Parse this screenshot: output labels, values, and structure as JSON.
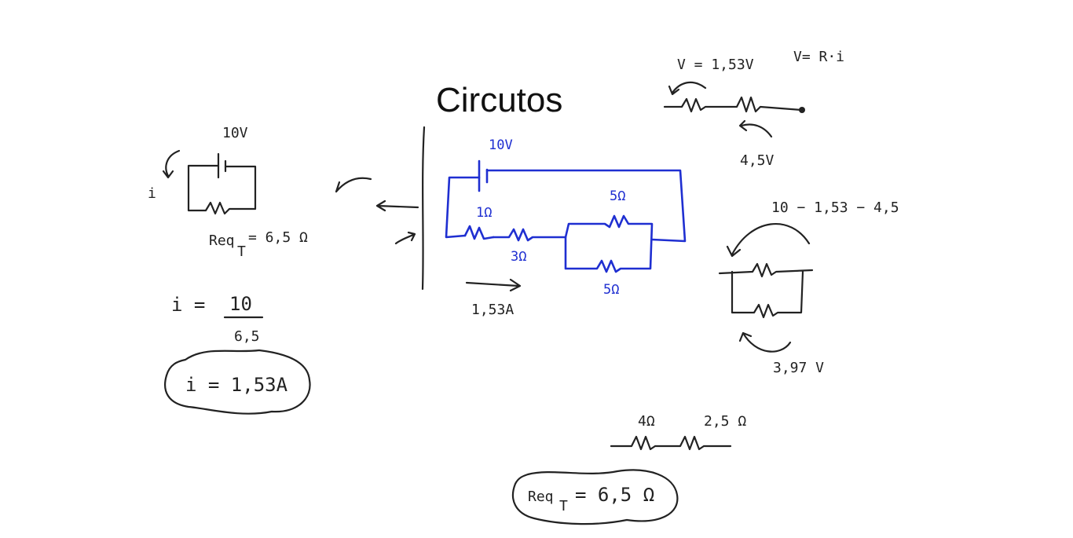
{
  "title": "Circutos",
  "main_circuit": {
    "battery_label": "10V",
    "resistor_series_1": "1Ω",
    "resistor_series_2": "3Ω",
    "resistor_parallel_top": "5Ω",
    "resistor_parallel_bottom": "5Ω",
    "current_label": "1,53A"
  },
  "left_panel": {
    "battery_label": "10V",
    "current_symbol": "i",
    "req_label": "Req",
    "req_sub": "T",
    "req_value": "= 6,5 Ω",
    "i_eq": "i =",
    "i_num": "10",
    "i_den": "6,5",
    "result": "i = 1,53A"
  },
  "top_right": {
    "v_value": "V = 1,53V",
    "ohm_law": "V= R·i",
    "drop": "4,5V"
  },
  "right_middle": {
    "expression": "10 − 1,53 − 4,5",
    "result": "3,97 V"
  },
  "bottom": {
    "r1": "4Ω",
    "r2": "2,5 Ω",
    "req_label": "Req",
    "req_sub": "T",
    "req_value": "= 6,5 Ω"
  },
  "colors": {
    "ink": "#222222",
    "blue_ink": "#1f2fd1",
    "background": "#ffffff"
  }
}
